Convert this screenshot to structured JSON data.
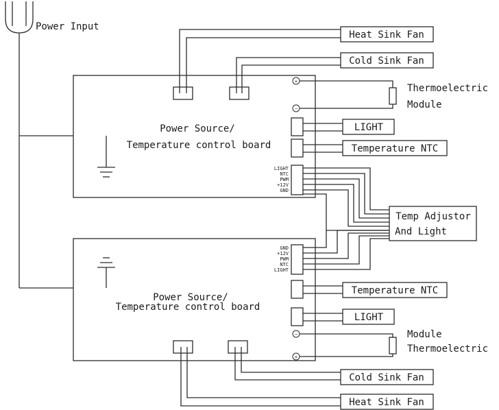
{
  "power_input": "Power Input",
  "boards": [
    {
      "title_line1": "Power Source/",
      "title_line2": "Temperature control board"
    },
    {
      "title_line1": "Power Source/",
      "title_line2": "Temperature control board"
    }
  ],
  "top": {
    "heat_sink_fan": "Heat Sink Fan",
    "cold_sink_fan": "Cold Sink Fan",
    "thermo_line1": "Thermoelectric",
    "thermo_line2": "Module",
    "light": "LIGHT",
    "temp_ntc": "Temperature NTC",
    "pins": [
      "LIGHT",
      "NTC",
      "PWM",
      "+12V",
      "GND"
    ]
  },
  "bottom": {
    "heat_sink_fan": "Heat Sink Fan",
    "cold_sink_fan": "Cold Sink Fan",
    "thermo_line1": "Module",
    "thermo_line2": "Thermoelectric",
    "light": "LIGHT",
    "temp_ntc": "Temperature NTC",
    "pins": [
      "GND",
      "+12V",
      "PWM",
      "NTC",
      "LIGHT"
    ]
  },
  "adjustor_line1": "Temp Adjustor",
  "adjustor_line2": "And Light",
  "plus_symbol": "+",
  "minus_symbol": "−"
}
